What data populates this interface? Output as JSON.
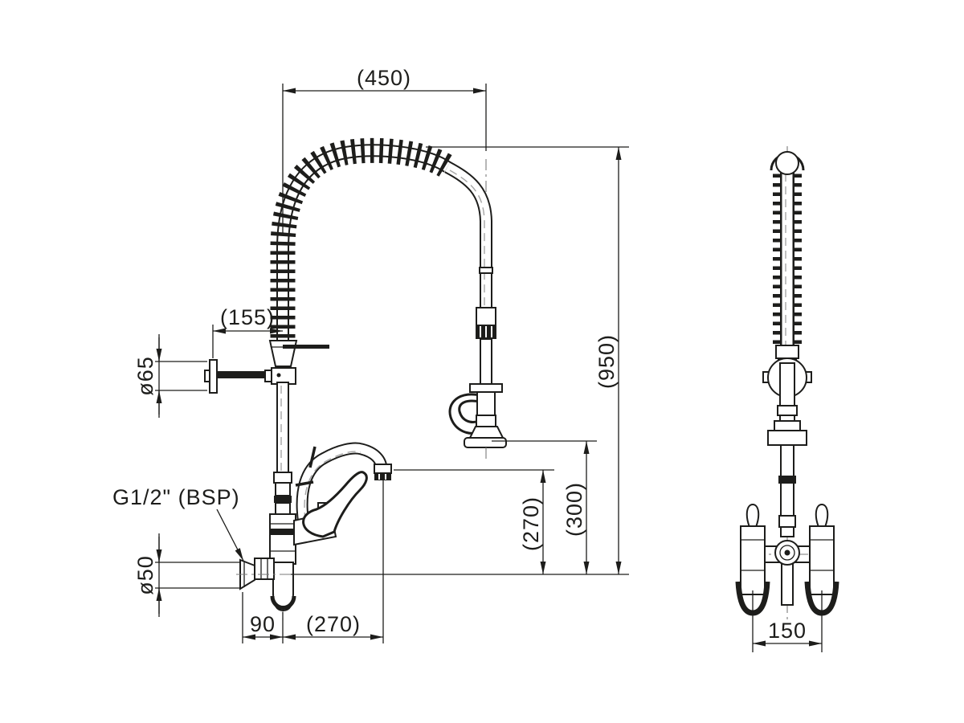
{
  "drawing": {
    "kind": "technical-dimension-drawing",
    "dims": {
      "top_width": "(450)",
      "total_height": "(950)",
      "bracket_depth": "(155)",
      "bracket_flange_dia": "ø65",
      "inlet_thread": "G1/2\" (BSP)",
      "inlet_flange_dia": "ø50",
      "inlet_to_center": "90",
      "spout_reach": "(270)",
      "spout_height": "(270)",
      "spray_outlet_height": "(300)",
      "inlet_spacing": "150"
    },
    "colors": {
      "line": "#1d1d1b",
      "background": "#ffffff",
      "tube_highlight": "#a6a6a6"
    }
  }
}
